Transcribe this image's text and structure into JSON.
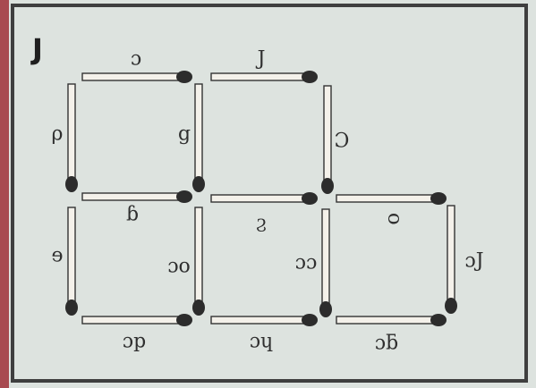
{
  "figure": {
    "letter": "J",
    "colors": {
      "stick": "#f4f1ea",
      "stick_edge": "#333333",
      "head": "#2c2c2c",
      "border": "#3f3f3f"
    },
    "matches": [
      {
        "label": "ɔ"
      },
      {
        "label": "J"
      },
      {
        "label": "ρ"
      },
      {
        "label": "ց"
      },
      {
        "label": "Ɔ"
      },
      {
        "label": "ɓ"
      },
      {
        "label": "Ϩ"
      },
      {
        "label": "ᴑ"
      },
      {
        "label": "ɘ"
      },
      {
        "label": "ɔo"
      },
      {
        "label": "ɔɔ"
      },
      {
        "label": "ɔJ"
      },
      {
        "label": "ɔp"
      },
      {
        "label": "ɔɥ"
      },
      {
        "label": "ɔƃ"
      }
    ]
  }
}
